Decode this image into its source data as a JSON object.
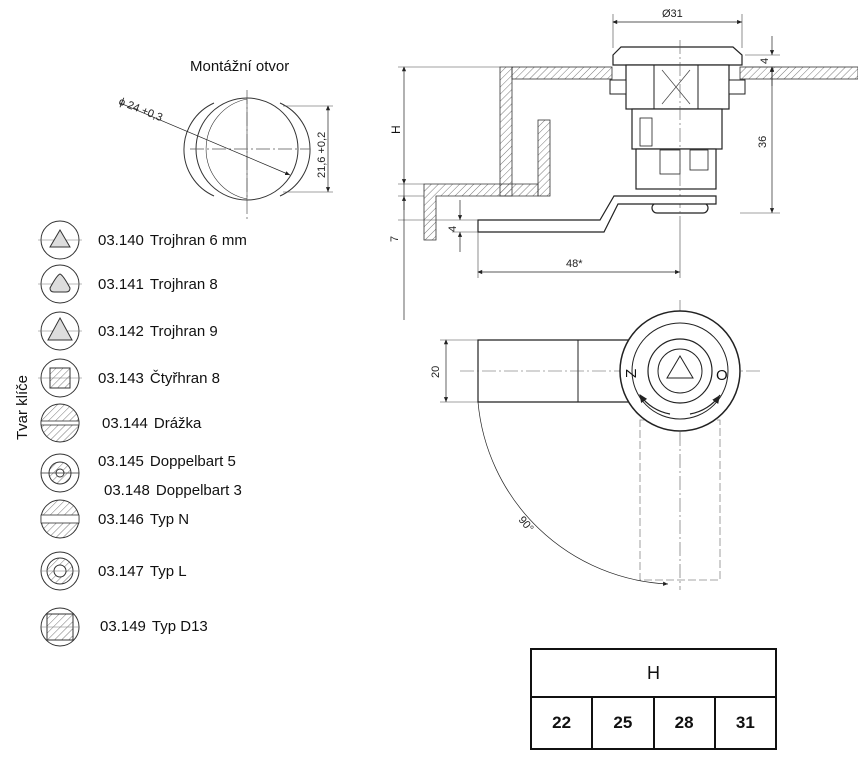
{
  "mounting_hole": {
    "title": "Montážní otvor",
    "diameter_label": "ϕ 24 +0,3",
    "width_label": "21,6 +0,2"
  },
  "key_section": {
    "axis_label": "Tvar klíče",
    "items": [
      {
        "code": "03.140",
        "name": "Trojhran 6 mm",
        "icon": "triangle-key-icon"
      },
      {
        "code": "03.141",
        "name": "Trojhran 8",
        "icon": "rounded-triangle-key-icon"
      },
      {
        "code": "03.142",
        "name": "Trojhran 9",
        "icon": "triangle-key-icon"
      },
      {
        "code": "03.143",
        "name": "Čtyřhran 8",
        "icon": "square-key-icon"
      },
      {
        "code": "03.144",
        "name": "Drážka",
        "icon": "slot-key-icon"
      },
      {
        "code": "03.145",
        "name": "Doppelbart 5",
        "icon": "double-bit-key-icon"
      },
      {
        "code": "03.148",
        "name": "Doppelbart 3",
        "icon": "double-bit-key-icon"
      },
      {
        "code": "03.146",
        "name": "Typ N",
        "icon": "wide-slot-key-icon"
      },
      {
        "code": "03.147",
        "name": "Typ L",
        "icon": "ring-key-icon"
      },
      {
        "code": "03.149",
        "name": "Typ D13",
        "icon": "d-shape-key-icon"
      }
    ]
  },
  "dimensions": {
    "diameter_top": "Ø31",
    "top_thickness": "4",
    "height_total": "36",
    "height_var": "H",
    "offset": "7",
    "cam_thickness": "4",
    "cam_length": "48*",
    "cam_width": "20",
    "rotation": "90°"
  },
  "lock_face": {
    "closed_mark": "Z",
    "open_mark": "O"
  },
  "h_table": {
    "header": "H",
    "values": [
      "22",
      "25",
      "28",
      "31"
    ]
  }
}
